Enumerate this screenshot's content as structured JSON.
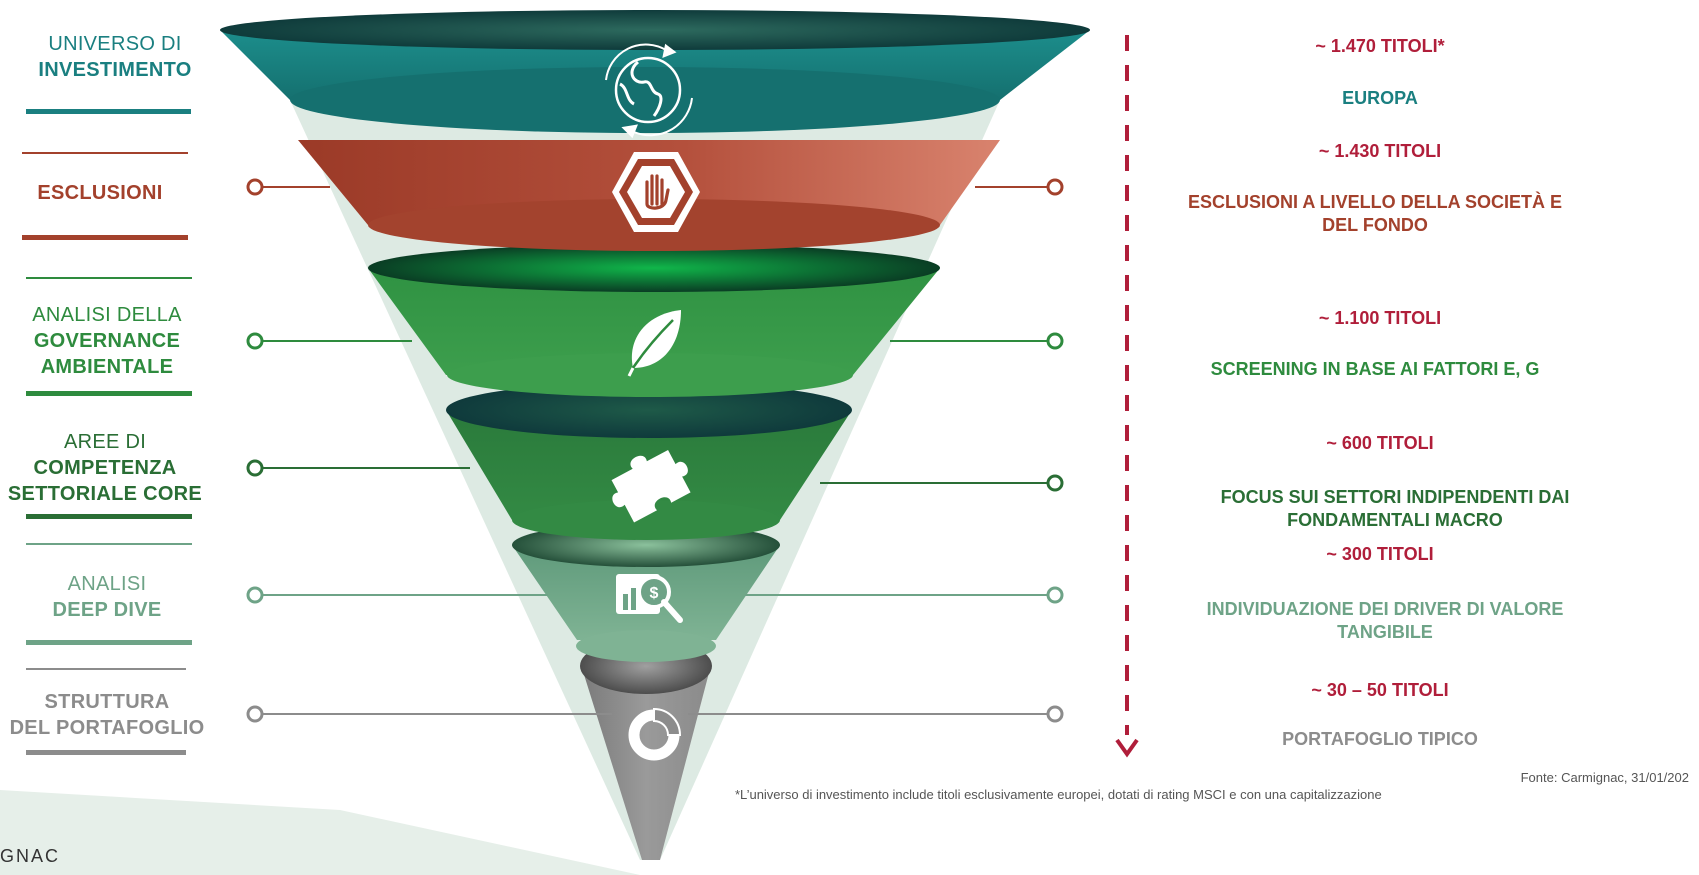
{
  "stages": [
    {
      "line1": "UNIVERSO DI",
      "line2": "INVESTIMENTO",
      "count": "~ 1.470 TITOLI*",
      "desc": "EUROPA",
      "icon": "globe-icon"
    },
    {
      "line1": "",
      "line2": "ESCLUSIONI",
      "count": "~ 1.430 TITOLI",
      "desc_l1": "ESCLUSIONI A LIVELLO DELLA SOCIETÀ E",
      "desc_l2": "DEL FONDO",
      "icon": "stop-hand-icon"
    },
    {
      "line1": "ANALISI DELLA",
      "line2": "GOVERNANCE",
      "line3": "AMBIENTALE",
      "count": "~ 1.100 TITOLI",
      "desc": "SCREENING IN BASE AI FATTORI E, G",
      "icon": "leaf-icon"
    },
    {
      "line1": "AREE DI",
      "line2": "COMPETENZA",
      "line3": "SETTORIALE CORE",
      "count": "~ 600 TITOLI",
      "desc_l1": "FOCUS SUI SETTORI INDIPENDENTI DAI",
      "desc_l2": "FONDAMENTALI MACRO",
      "icon": "puzzle-icon"
    },
    {
      "line1": "ANALISI",
      "line2": "DEEP DIVE",
      "count": "~ 300 TITOLI",
      "desc_l1": "INDIVIDUAZIONE DEI DRIVER DI VALORE",
      "desc_l2": "TANGIBILE",
      "icon": "analysis-magnifier-icon"
    },
    {
      "line1": "STRUTTURA",
      "line2": "DEL PORTAFOGLIO",
      "count": "~ 30 – 50 TITOLI",
      "desc": "PORTAFOGLIO TIPICO",
      "icon": "donut-chart-icon"
    }
  ],
  "footnote": {
    "source": "Fonte: Carmignac, 31/01/202",
    "note": "*L’universo di investimento include titoli esclusivamente europei, dotati di rating MSCI e con una capitalizzazione"
  },
  "brand": "GNAC",
  "colors": {
    "teal": "#1a7f80",
    "red": "#a3412c",
    "green": "#2e8b3e",
    "dark_green": "#2a6e35",
    "sage": "#6ea387",
    "grey": "#8c8c8c",
    "crimson": "#b01e3a"
  }
}
